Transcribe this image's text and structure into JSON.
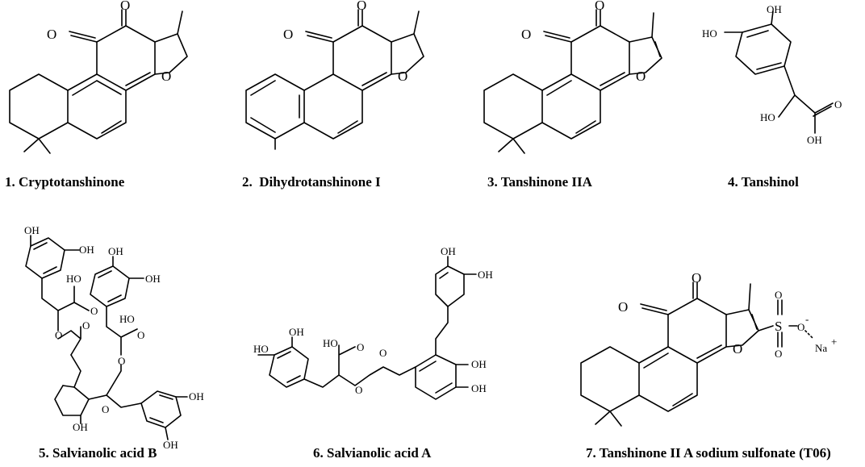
{
  "compounds": [
    {
      "label": "1. Cryptotanshinone"
    },
    {
      "label": "2.  Dihydrotanshinone I"
    },
    {
      "label": "3. Tanshinone IIA"
    },
    {
      "label": "4. Tanshinol"
    },
    {
      "label": "5. Salvianolic acid B"
    },
    {
      "label": "6. Salvianolic acid A"
    },
    {
      "label": "7. Tanshinone II A sodium sulfonate (T06)"
    }
  ],
  "atoms": {
    "O": "O",
    "OH": "OH",
    "HO": "HO",
    "S": "S",
    "O_minus": "O",
    "minus": "-",
    "Na": "Na",
    "plus": "+"
  }
}
